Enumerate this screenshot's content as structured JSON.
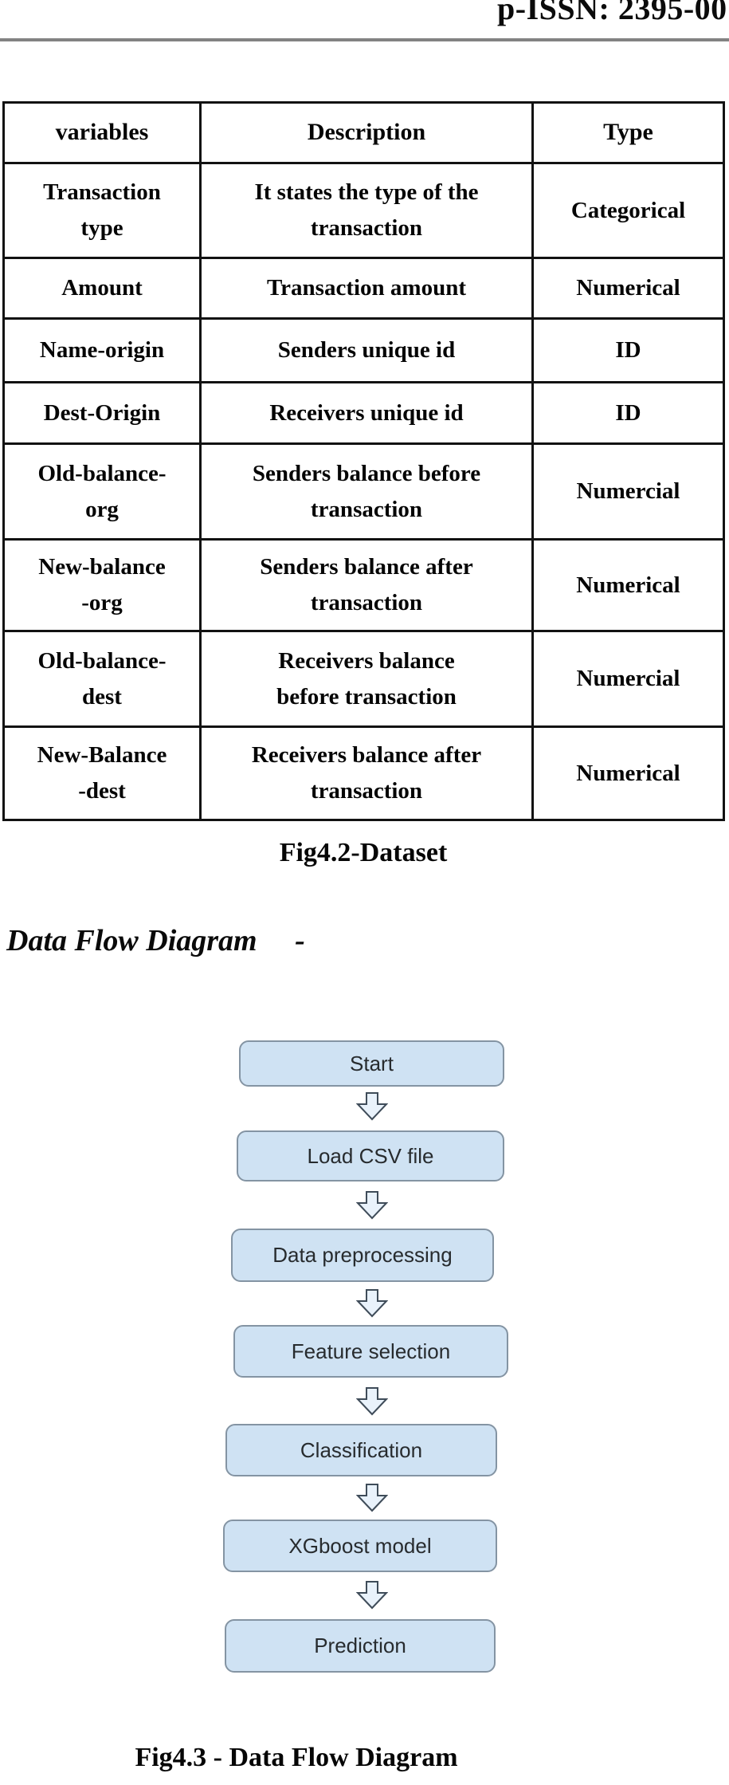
{
  "page": {
    "header_issn": "p-ISSN: 2395-00",
    "fig42_caption": "Fig4.2-Dataset",
    "section_heading": "Data Flow Diagram     -",
    "fig43_caption": "Fig4.3 - Data Flow Diagram"
  },
  "dataset_table": {
    "headers": [
      "variables",
      "Description",
      "Type"
    ],
    "rows": [
      {
        "variable": "Transaction\ntype",
        "description": "It states the type of the\ntransaction",
        "type": "Categorical"
      },
      {
        "variable": "Amount",
        "description": "Transaction amount",
        "type": "Numerical"
      },
      {
        "variable": "Name-origin",
        "description": "Senders unique id",
        "type": "ID"
      },
      {
        "variable": "Dest-Origin",
        "description": "Receivers unique id",
        "type": "ID"
      },
      {
        "variable": "Old-balance-\norg",
        "description": "Senders balance before\ntransaction",
        "type": "Numercial"
      },
      {
        "variable": "New-balance\n-org",
        "description": "Senders balance after\ntransaction",
        "type": "Numerical"
      },
      {
        "variable": "Old-balance-\ndest",
        "description": "Receivers balance\nbefore transaction",
        "type": "Numercial"
      },
      {
        "variable": "New-Balance\n-dest",
        "description": "Receivers balance after\ntransaction",
        "type": "Numerical"
      }
    ]
  },
  "flowchart": {
    "nodes": [
      {
        "label": "Start"
      },
      {
        "label": "Load CSV file"
      },
      {
        "label": "Data preprocessing"
      },
      {
        "label": "Feature selection"
      },
      {
        "label": "Classification"
      },
      {
        "label": "XGboost model"
      },
      {
        "label": "Prediction"
      }
    ],
    "colors": {
      "node_fill": "#cfe2f3",
      "node_border": "#8494a3",
      "arrow_fill": "#e9f2fb",
      "arrow_border": "#3f4c59",
      "rule_gray": "#828282"
    }
  }
}
